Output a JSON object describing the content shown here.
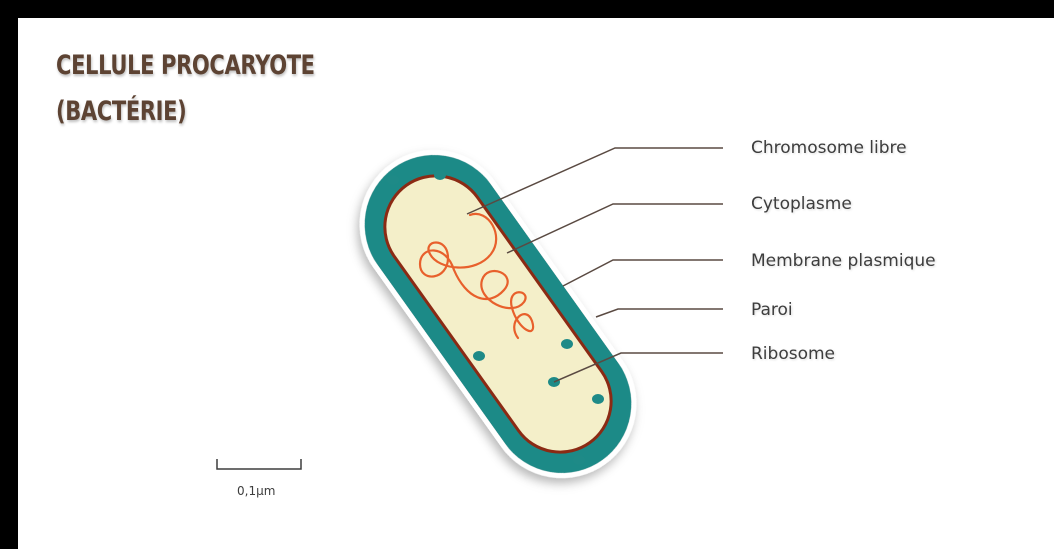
{
  "title": {
    "line1": "CELLULE PROCARYOTE",
    "line2": "(BACTÉRIE)"
  },
  "labels": {
    "chromosome": "Chromosome libre",
    "cytoplasm": "Cytoplasme",
    "membrane": "Membrane plasmique",
    "wall": "Paroi",
    "ribosome": "Ribosome"
  },
  "scale_bar": {
    "label": "0,1µm"
  },
  "colors": {
    "wall": "#1e8a87",
    "membrane": "#8b2a14",
    "cytoplasm": "#f4efc9",
    "chromosome": "#e8602c",
    "ribosome": "#1e8a87",
    "title": "#5d4333",
    "leader_line": "#5a4a42"
  }
}
